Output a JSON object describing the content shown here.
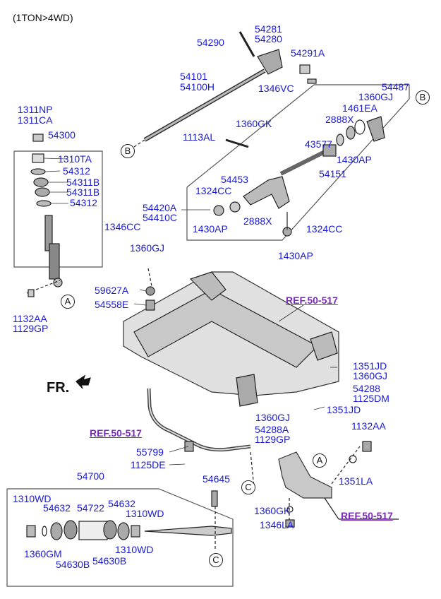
{
  "header": {
    "title": "(1TON>4WD)"
  },
  "direction": {
    "label": "FR."
  },
  "refs": [
    "REF.50-517",
    "REF.50-517",
    "REF.50-517"
  ],
  "markers": {
    "a": "A",
    "b": "B",
    "c": "C"
  },
  "parts": {
    "p54281": "54281",
    "p54280": "54280",
    "p54290": "54290",
    "p54291a": "54291A",
    "p54101": "54101",
    "p54100h": "54100H",
    "p1346vc": "1346VC",
    "p1311np": "1311NP",
    "p1311ca": "1311CA",
    "p54300": "54300",
    "p1310ta": "1310TA",
    "p54312a": "54312",
    "p54311b_1": "54311B",
    "p54311b_2": "54311B",
    "p54312b": "54312",
    "p1346cc": "1346CC",
    "p1360gj_a": "1360GJ",
    "p1132aa_a": "1132AA",
    "p1129gp_a": "1129GP",
    "p54487": "54487",
    "p1360gj_b": "1360GJ",
    "p1461ea": "1461EA",
    "p2888x_a": "2888X",
    "p1360gk_a": "1360GK",
    "p1113al": "1113AL",
    "p43577": "43577",
    "p1430ap_a": "1430AP",
    "p54151": "54151",
    "p54453": "54453",
    "p1324cc_a": "1324CC",
    "p54420a": "54420A",
    "p54410c": "54410C",
    "p1430ap_b": "1430AP",
    "p2888x_b": "2888X",
    "p1324cc_b": "1324CC",
    "p1430ap_c": "1430AP",
    "p59627a": "59627A",
    "p54558e": "54558E",
    "p1351jd_a": "1351JD",
    "p1360gj_c": "1360GJ",
    "p54288": "54288",
    "p1125dm": "1125DM",
    "p1360gj_d": "1360GJ",
    "p1351jd_b": "1351JD",
    "p54288a": "54288A",
    "p1129gp_b": "1129GP",
    "p1132aa_b": "1132AA",
    "p55799": "55799",
    "p1125de": "1125DE",
    "p1351la": "1351LA",
    "p54700": "54700",
    "p54645": "54645",
    "p1360gk_b": "1360GK",
    "p1346la": "1346LA",
    "p1310wd_a": "1310WD",
    "p54632_a": "54632",
    "p54722": "54722",
    "p54632_b": "54632",
    "p1310wd_b": "1310WD",
    "p1360gm": "1360GM",
    "p54630b_a": "54630B",
    "p54630b_b": "54630B",
    "p1310wd_c": "1310WD"
  }
}
